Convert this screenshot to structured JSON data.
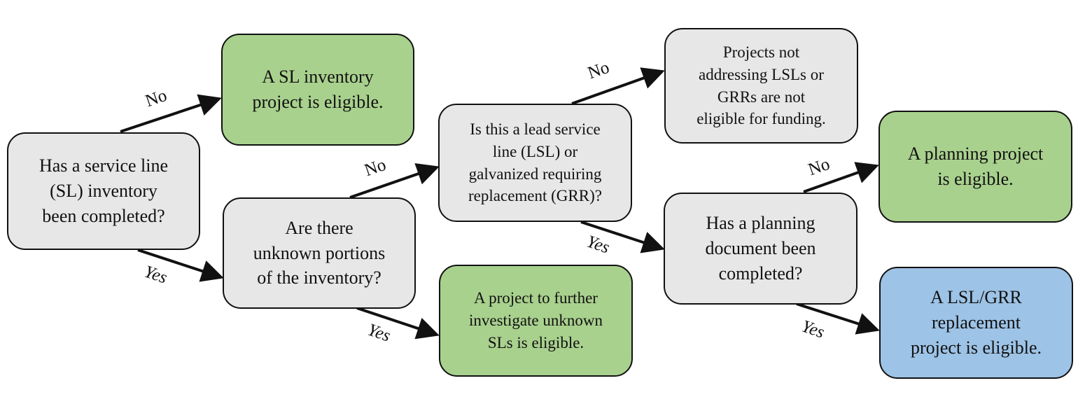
{
  "diagram": {
    "colors": {
      "question": "#e7e7e7",
      "eligible": "#a9d18e",
      "ineligible": "#e7e7e7",
      "replacement": "#9dc3e6",
      "stroke": "#111111"
    },
    "nodes": {
      "q_inventory": "Has a service line\n(SL) inventory\nbeen completed?",
      "r_inventory_project": "A SL inventory\nproject is eligible.",
      "q_unknown": "Are there\nunknown portions\nof the inventory?",
      "q_lsl_grr": "Is this a lead service\nline (LSL) or\ngalvanized requiring\nreplacement (GRR)?",
      "r_investigate": "A project to further\ninvestigate unknown\nSLs is eligible.",
      "r_not_eligible": "Projects not\naddressing LSLs or\nGRRs are not\neligible for funding.",
      "q_planning": "Has a planning\ndocument been\ncompleted?",
      "r_planning_project": "A planning project\nis eligible.",
      "r_replacement": "A LSL/GRR\nreplacement\nproject is eligible."
    },
    "edges": [
      {
        "from": "q_inventory",
        "to": "r_inventory_project",
        "label": "No"
      },
      {
        "from": "q_inventory",
        "to": "q_unknown",
        "label": "Yes"
      },
      {
        "from": "q_unknown",
        "to": "q_lsl_grr",
        "label": "No"
      },
      {
        "from": "q_unknown",
        "to": "r_investigate",
        "label": "Yes"
      },
      {
        "from": "q_lsl_grr",
        "to": "r_not_eligible",
        "label": "No"
      },
      {
        "from": "q_lsl_grr",
        "to": "q_planning",
        "label": "Yes"
      },
      {
        "from": "q_planning",
        "to": "r_planning_project",
        "label": "No"
      },
      {
        "from": "q_planning",
        "to": "r_replacement",
        "label": "Yes"
      }
    ]
  }
}
